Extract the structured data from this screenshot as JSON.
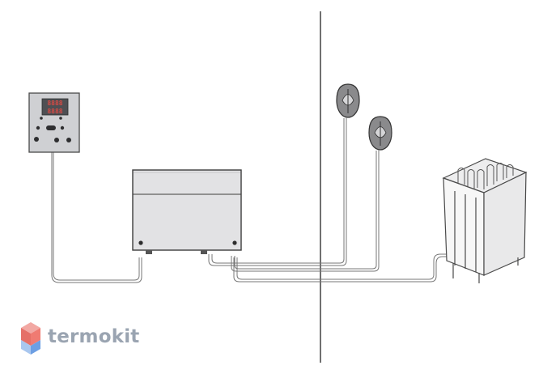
{
  "brand": {
    "name": "termokit",
    "text_color": "#9aa4b1",
    "logo_colors": [
      "#f2a8a3",
      "#e57068",
      "#a9c7ef",
      "#6d9fe3"
    ]
  },
  "control_panel": {
    "display_top": "8888",
    "display_bottom": "8888"
  },
  "colors": {
    "line": "#3a3a3a",
    "cable": "#777777",
    "panel_face": "#cfd0d3",
    "steam_body": "#e2e2e4",
    "sensor": "#8a8a8c"
  }
}
